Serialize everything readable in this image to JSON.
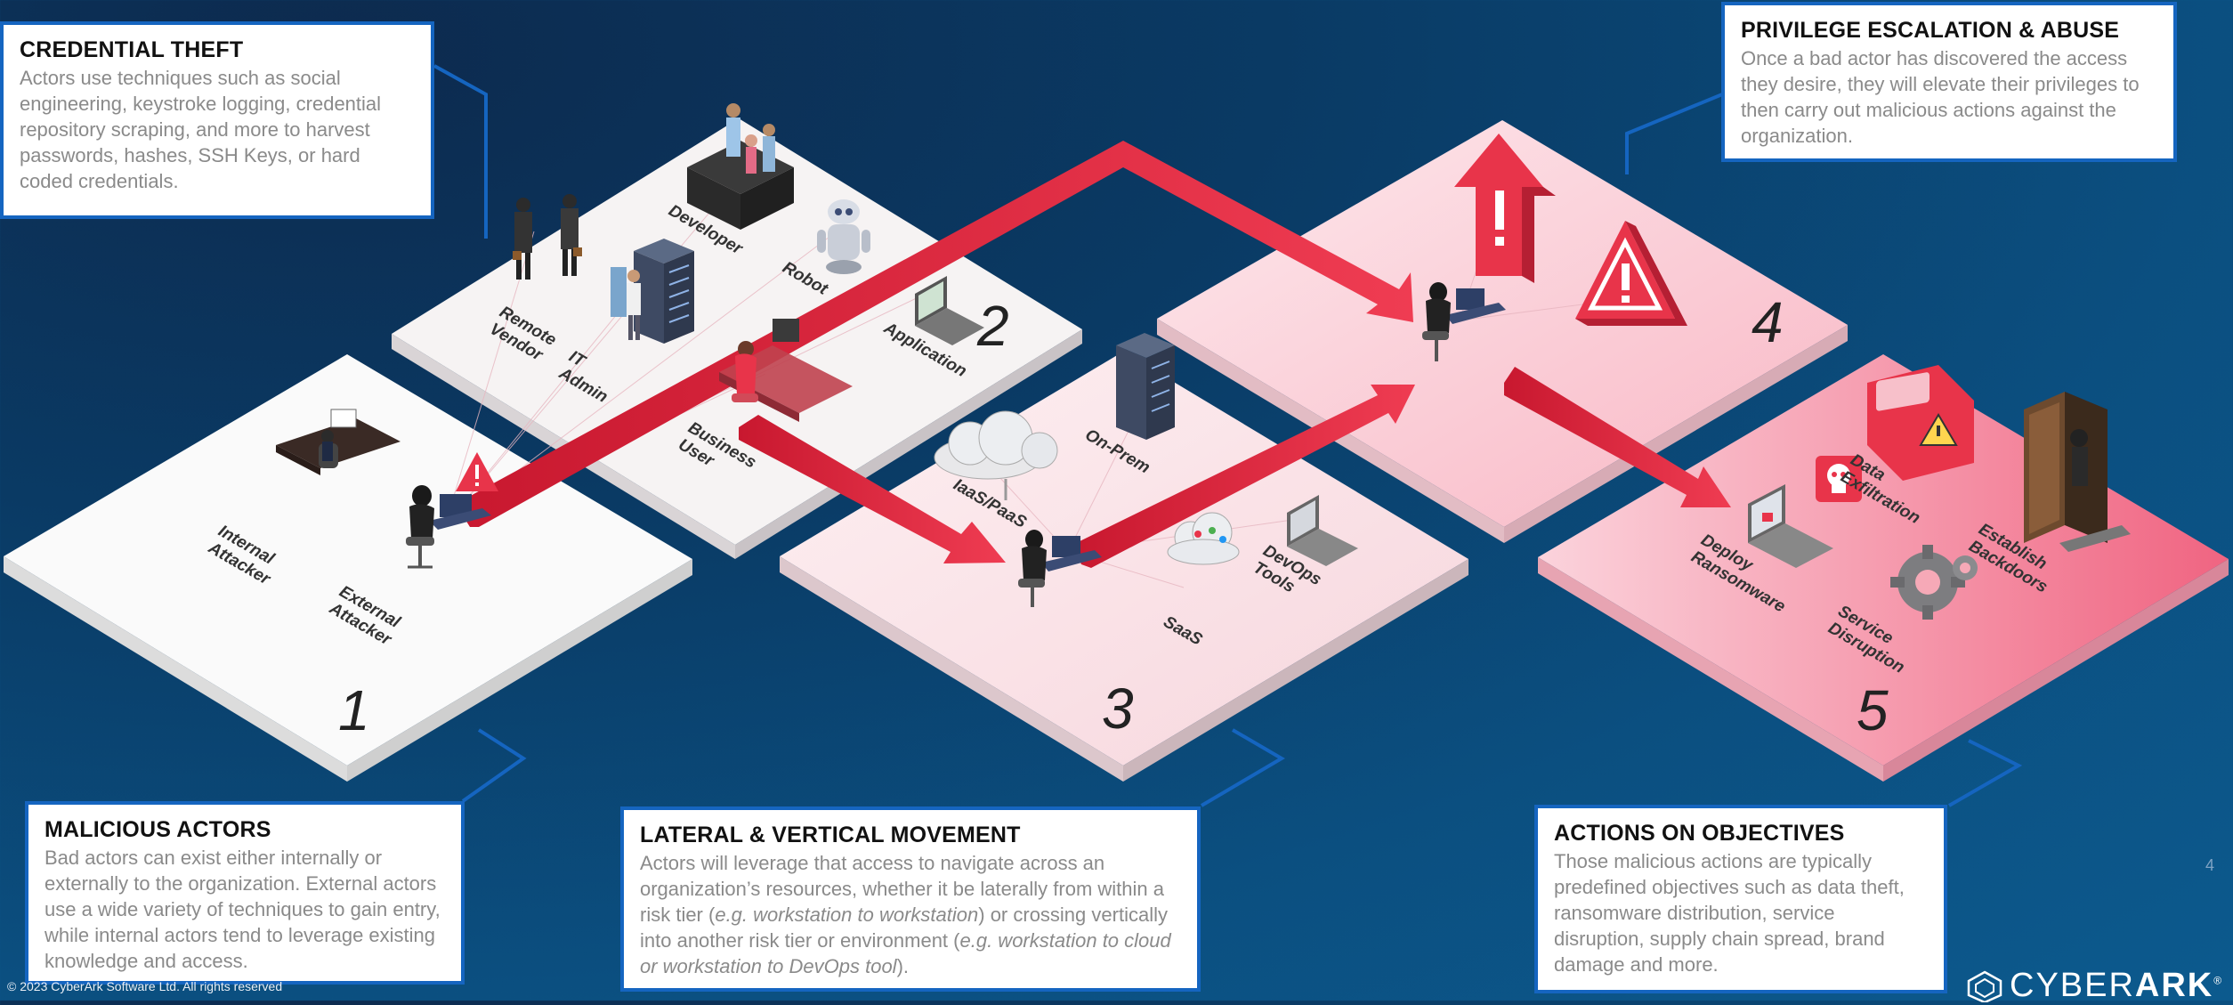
{
  "callouts": {
    "credential_theft": {
      "title": "CREDENTIAL THEFT",
      "body": "Actors use techniques such as social engineering, keystroke logging, credential repository scraping, and more to harvest passwords, hashes, SSH Keys, or hard coded credentials."
    },
    "privilege_escalation": {
      "title": "PRIVILEGE ESCALATION & ABUSE",
      "body": "Once a bad actor has discovered the access they desire, they will elevate their privileges to then carry out malicious actions against the organization."
    },
    "malicious_actors": {
      "title": "MALICIOUS ACTORS",
      "body": "Bad actors can exist either internally or externally to the organization. External actors use a wide variety of techniques to gain entry, while internal actors tend to leverage existing knowledge and access."
    },
    "lateral_movement": {
      "title": "LATERAL & VERTICAL MOVEMENT",
      "body_1": "Actors will leverage that access to navigate across an organization’s resources, whether it be laterally from within a risk tier (",
      "body_2": "e.g. workstation to workstation",
      "body_3": ") or crossing vertically into another risk tier or environment (",
      "body_4": "e.g. workstation to cloud or workstation to DevOps tool",
      "body_5": ")."
    },
    "actions_on_objectives": {
      "title": "ACTIONS ON OBJECTIVES",
      "body": "Those malicious actions are typically predefined objectives such as data theft, ransomware distribution, service disruption, supply chain spread, brand damage and more."
    }
  },
  "tiers": {
    "t1": {
      "number": "1",
      "labels": {
        "internal": "Internal\nAttacker",
        "external": "External\nAttacker"
      }
    },
    "t2": {
      "number": "2",
      "labels": {
        "remote_vendor": "Remote\nVendor",
        "it_admin": "IT\nAdmin",
        "developer": "Developer",
        "robot": "Robot",
        "application": "Application",
        "business_user": "Business\nUser"
      }
    },
    "t3": {
      "number": "3",
      "labels": {
        "iaas": "IaaS/PaaS",
        "on_prem": "On-Prem",
        "devops": "DevOps\nTools",
        "saas": "SaaS"
      }
    },
    "t4": {
      "number": "4"
    },
    "t5": {
      "number": "5",
      "labels": {
        "data_exfil": "Data\nExfiltration",
        "deploy_ransomware": "Deploy\nRansomware",
        "establish_backdoors": "Establish\nBackdoors",
        "service_disruption": "Service\nDisruption"
      }
    }
  },
  "footer": {
    "copyright": "© 2023 CyberArk Software Ltd. All rights reserved",
    "slide_number": "4",
    "logo_light": "CYBER",
    "logo_bold": "ARK",
    "logo_mark": "®"
  },
  "colors": {
    "background": "#0a3a64",
    "callout_border": "#1565c0",
    "arrow_red": "#e8344a",
    "tier_white": "#f7f7f7",
    "tier_pink_light": "#fbe1e6",
    "tier_pink": "#f47c93"
  },
  "icons": [
    "hacker-icon",
    "warning-icon",
    "server-icon",
    "cloud-icon",
    "laptop-icon",
    "robot-icon",
    "door-icon",
    "gear-icon",
    "skull-icon",
    "card-icon",
    "up-arrow-icon"
  ]
}
